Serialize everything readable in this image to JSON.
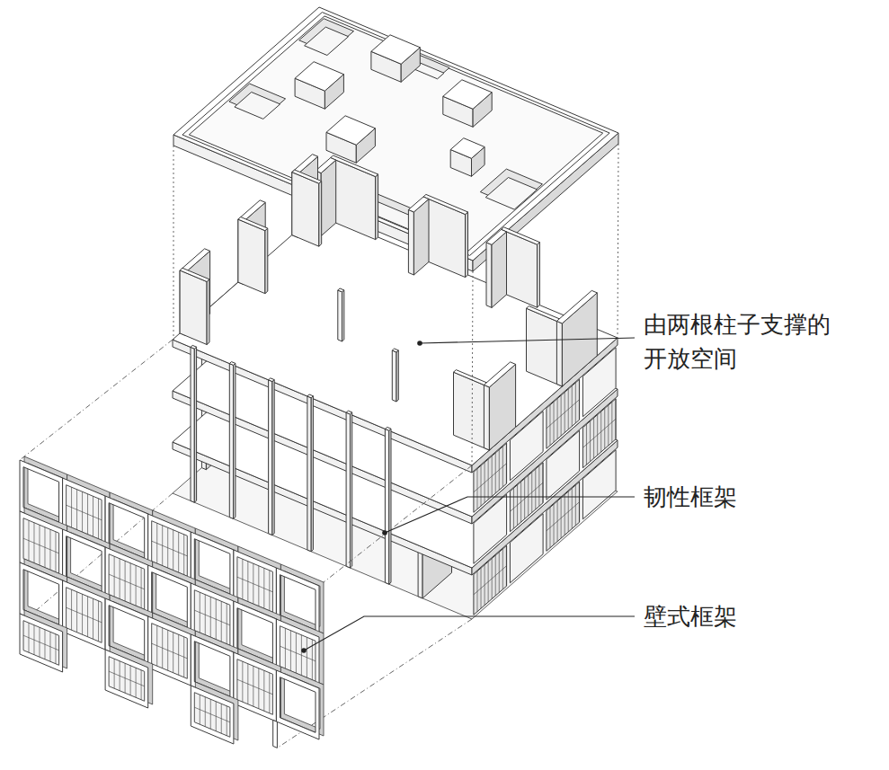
{
  "diagram": {
    "labels": [
      "由两根柱子支撑的 开放空间",
      "韧性框架",
      "壁式框架"
    ]
  }
}
